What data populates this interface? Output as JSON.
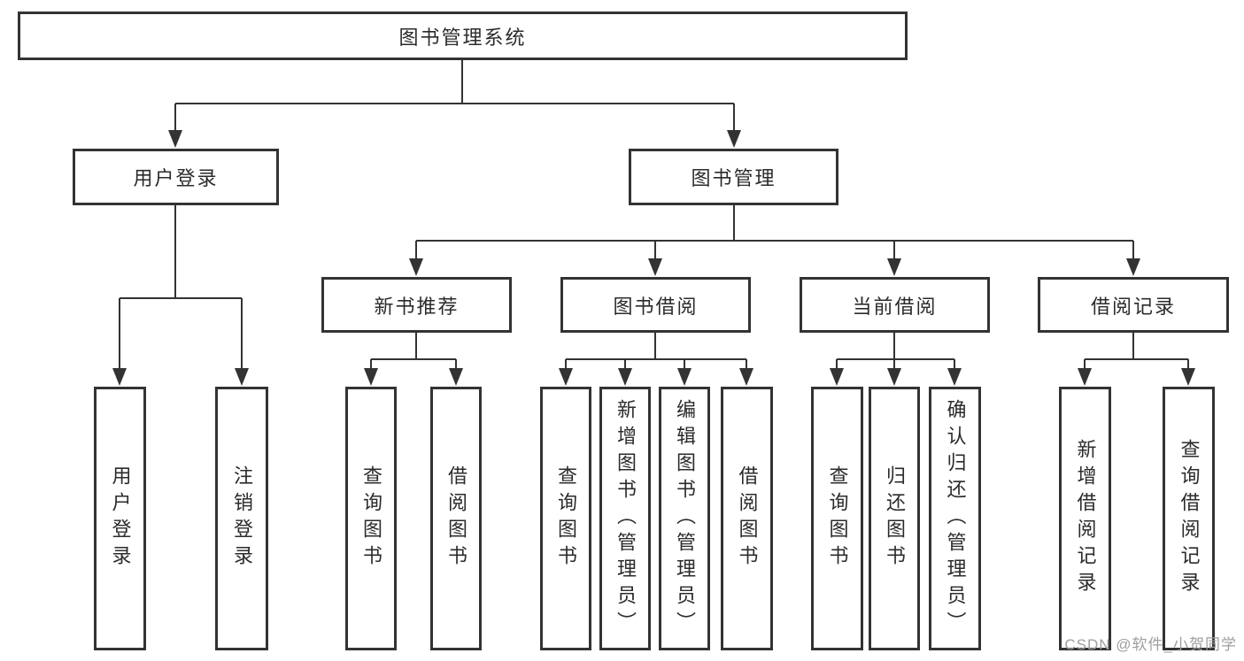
{
  "diagram": {
    "type": "hierarchy-tree",
    "root": {
      "label": "图书管理系统",
      "children": [
        {
          "label": "用户登录",
          "children": [
            {
              "label": "用户登录"
            },
            {
              "label": "注销登录"
            }
          ]
        },
        {
          "label": "图书管理",
          "children": [
            {
              "label": "新书推荐",
              "children": [
                {
                  "label": "查询图书"
                },
                {
                  "label": "借阅图书"
                }
              ]
            },
            {
              "label": "图书借阅",
              "children": [
                {
                  "label": "查询图书"
                },
                {
                  "label": "新增图书（管理员）"
                },
                {
                  "label": "编辑图书（管理员）"
                },
                {
                  "label": "借阅图书"
                }
              ]
            },
            {
              "label": "当前借阅",
              "children": [
                {
                  "label": "查询图书"
                },
                {
                  "label": "归还图书"
                },
                {
                  "label": "确认归还（管理员）"
                }
              ]
            },
            {
              "label": "借阅记录",
              "children": [
                {
                  "label": "新增借阅记录"
                },
                {
                  "label": "查询借阅记录"
                }
              ]
            }
          ]
        }
      ]
    },
    "colors": {
      "line": "#333333",
      "box_border": "#333333",
      "box_fill": "#ffffff",
      "text": "#2b2b2b",
      "background": "#ffffff",
      "watermark": "#9e9e9e"
    }
  },
  "watermark": {
    "text": "CSDN @软件_小贺同学"
  }
}
